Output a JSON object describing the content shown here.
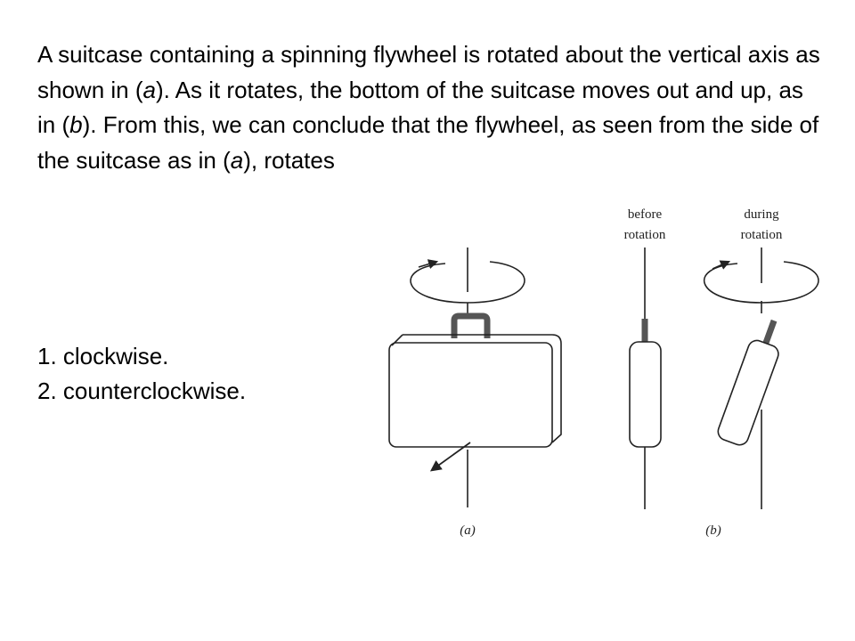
{
  "question": {
    "text_1": "A suitcase containing a spinning flywheel is rotated about the vertical axis as shown in (",
    "a1": "a",
    "text_2": "). As it rotates, the bottom of the suitcase moves out and up, as in (",
    "b1": "b",
    "text_3": "). From this, we can conclude that the flywheel, as seen from the side of the suitcase as in (",
    "a2": "a",
    "text_4": "), rotates"
  },
  "choices": [
    "1. clockwise.",
    "2. counterclockwise."
  ],
  "figure": {
    "label_before_line1": "before",
    "label_before_line2": "rotation",
    "label_during_line1": "during",
    "label_during_line2": "rotation",
    "caption_a": "(a)",
    "caption_b": "(b)"
  }
}
